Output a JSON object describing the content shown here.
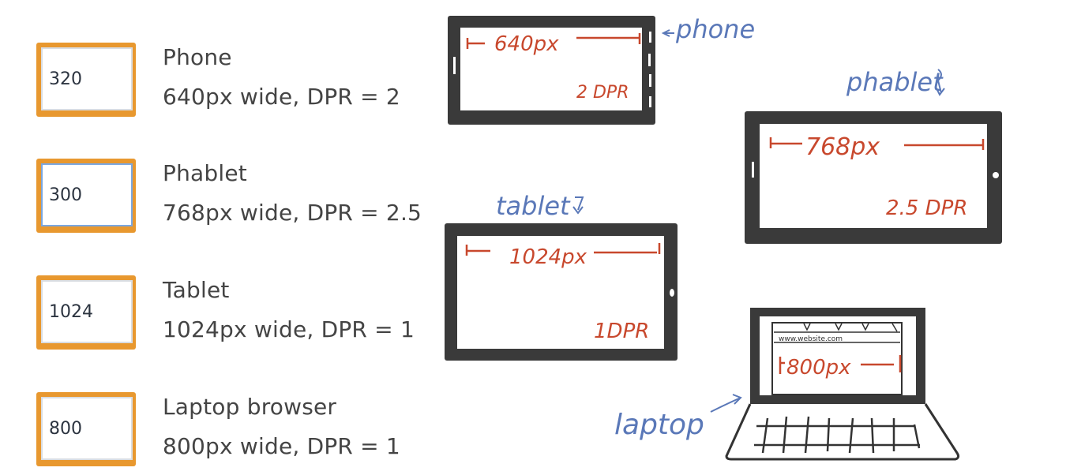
{
  "devices": [
    {
      "id": "phone",
      "input_value": "320",
      "title": "Phone",
      "description": "640px wide, DPR = 2",
      "focused": false
    },
    {
      "id": "phablet",
      "input_value": "300",
      "title": "Phablet",
      "description": "768px wide, DPR = 2.5",
      "focused": true
    },
    {
      "id": "tablet",
      "input_value": "1024",
      "title": "Tablet",
      "description": "1024px wide, DPR = 1",
      "focused": false
    },
    {
      "id": "laptop",
      "input_value": "800",
      "title": "Laptop browser",
      "description": "800px wide, DPR = 1",
      "focused": false
    }
  ],
  "sketches": {
    "phone": {
      "label": "phone",
      "width_note": "640px",
      "dpr_note": "2 DPR"
    },
    "phablet": {
      "label": "phablet",
      "width_note": "768px",
      "dpr_note": "2.5 DPR"
    },
    "tablet": {
      "label": "tablet",
      "width_note": "1024px",
      "dpr_note": "1DPR"
    },
    "laptop": {
      "label": "laptop",
      "width_note": "800px",
      "url_note": "www.website.com"
    }
  },
  "colors": {
    "accent": "#e8982f",
    "annotation_red": "#c8482d",
    "annotation_blue": "#5a78b8",
    "device_frame": "#3a3a3a"
  }
}
